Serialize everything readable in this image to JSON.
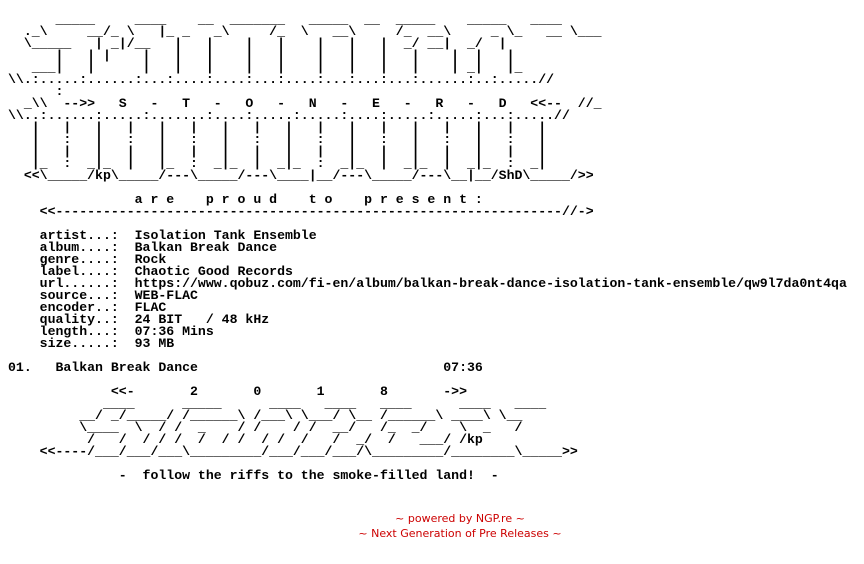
{
  "nfo_lines": [
    "      _____     ____    __  _______   _____  __  _____    _____   ____",
    "  ._\\     __/_ \\   |_ _   _\\     /_  \\   __\\     /_  __\\     _ \\_   __ \\___",
    "  \\_____   | _|/__   |   |    |   |    |   |   |  _/ __|  _/  |",
    "      |   | |    |   |   |    |   |    |   |   |   |    |  |   |",
    "   ___|   |      |   |   |    |   |    |   |   |   |    | _|   |_",
    "\\\\.:.....:......:...:....:....:...:....:...:...:...:......:..:.....//",
    "      :",
    "  _\\\\  -->>   S   -   T   -   O   -   N   -   E   -   R   -   D   <<--  //_",
    "\\\\..:......:.....:.......:....:.....:.....:....:.....:.....:...:.....//",
    "   |   |   |   |   |   |   |   |   |   |   |   |   |   |   |   |   |",
    "   |   :   |   :   |   :   |   :   |   :   |   :   |   :   |   :   |",
    "   |   |   |   |   |   |   |   |   |   |   |   |   |   |   |   |   |",
    "   |_  :  _|_  |   |_  :  _|_  |  _|_  :  _|_  |  _|_  |  _|_  :  _|",
    "  <<\\_____/kp\\_____/---\\_____/---\\____|__/---\\_____/---\\__|__/ShD\\_____/>>",
    "",
    "                a r e    p r o u d    t o    p r e s e n t :",
    "    <<----------------------------------------------------------------//->",
    "",
    "    artist...:  Isolation Tank Ensemble",
    "    album....:  Balkan Break Dance",
    "    genre....:  Rock",
    "    label....:  Chaotic Good Records",
    "    url......:  https://www.qobuz.com/fi-en/album/balkan-break-dance-isolation-tank-ensemble/qw9l7da0nt4qa",
    "    source...:  WEB-FLAC",
    "    encoder..:  FLAC",
    "    quality..:  24 BIT   / 48 kHz",
    "    length...:  07:36 Mins",
    "    size.....:  93 MB",
    "",
    "01.   Balkan Break Dance                               07:36",
    "",
    "             <<-       2       0       1       8       ->>",
    "            ____      _____      ____   ____   ____      ____   ____",
    "         __/ _/_____/ /______\\ /___\\ \\___/ \\__ /______\\ ____\\ \\__",
    "         \\____  \\  / /  _    / /    / /  __/   /_  _/    \\  _   /",
    "          /   /  / / /  /  / /  / /  /   /  _/  /   ___/ /kp",
    "    <<----/___/___/___\\_________/___/___/___/\\_________/________\\_____>>",
    "",
    "              -  follow the riffs to the smoke-filled land!  -"
  ],
  "footer": {
    "line1": "~ powered by NGP.re ~",
    "line2": "~ Next Generation of Pre Releases ~"
  },
  "colors": {
    "text": "#000000",
    "footer": "#cc0000",
    "background": "#ffffff"
  }
}
